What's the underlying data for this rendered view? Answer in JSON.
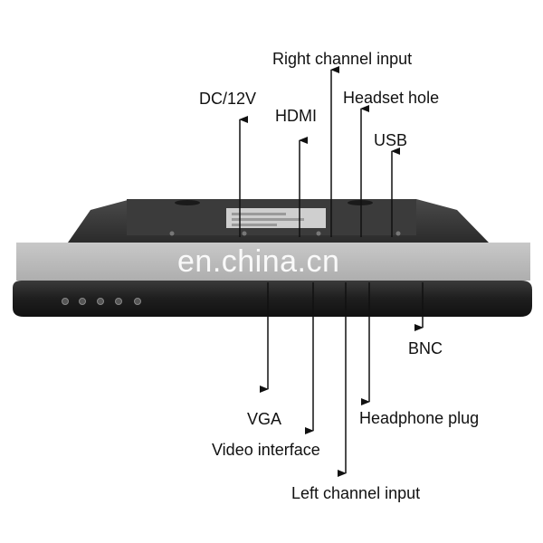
{
  "watermark": "en.china.cn",
  "colors": {
    "device_body": "#2a2a2a",
    "device_edge": "#1a1a1a",
    "label_sticker": "#d4d4d4",
    "band": "#bdbdbd",
    "arrow": "#111111",
    "text": "#111111"
  },
  "top_labels": {
    "right_channel_input": "Right channel input",
    "dc_12v": "DC/12V",
    "headset_hole": "Headset hole",
    "hdmi": "HDMI",
    "usb": "USB"
  },
  "bottom_labels": {
    "bnc": "BNC",
    "vga": "VGA",
    "headphone_plug": "Headphone plug",
    "video_interface": "Video interface",
    "left_channel_input": "Left channel input"
  }
}
